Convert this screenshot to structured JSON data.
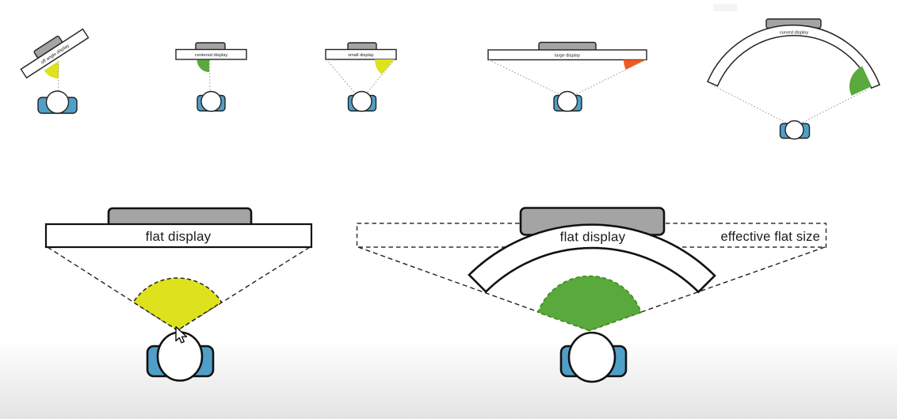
{
  "top_row": {
    "off_angle": {
      "label": "off angle display",
      "wedge": "yellow"
    },
    "centered": {
      "label": "centered display",
      "wedge": "green"
    },
    "small": {
      "label": "small display",
      "wedge": "yellow"
    },
    "large": {
      "label": "large display",
      "wedge": "orange"
    },
    "curved": {
      "label": "curved display",
      "wedge": "green"
    }
  },
  "comparison": {
    "flat": {
      "label": "flat display",
      "wedge": "yellow"
    },
    "curved": {
      "label": "flat display",
      "effective_label": "effective flat size",
      "wedge": "green"
    }
  },
  "colors": {
    "yellow": "#dde21c",
    "green": "#5aa93c",
    "green_dark": "#3c8c1e",
    "orange": "#f15a24",
    "blue": "#4f9fc8",
    "tv_gray": "#a4a4a4",
    "ink": "#1a1a1a",
    "fade": "#e3e3e3"
  },
  "cursor": {
    "icon": "arrow-pointer"
  }
}
